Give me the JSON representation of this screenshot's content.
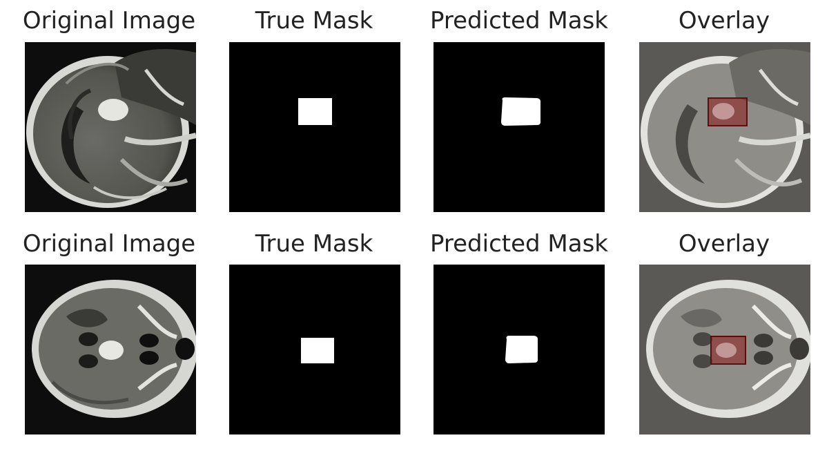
{
  "rows": [
    {
      "titles": [
        "Original Image",
        "True Mask",
        "Predicted Mask",
        "Overlay"
      ],
      "mri_view": "sagittal-brain-scan"
    },
    {
      "titles": [
        "Original Image",
        "True Mask",
        "Predicted Mask",
        "Overlay"
      ],
      "mri_view": "axial-brain-scan"
    }
  ],
  "colors": {
    "mask_background": "#000000",
    "mask_fill": "#ffffff",
    "overlay_tint": "#8b1a1a"
  }
}
